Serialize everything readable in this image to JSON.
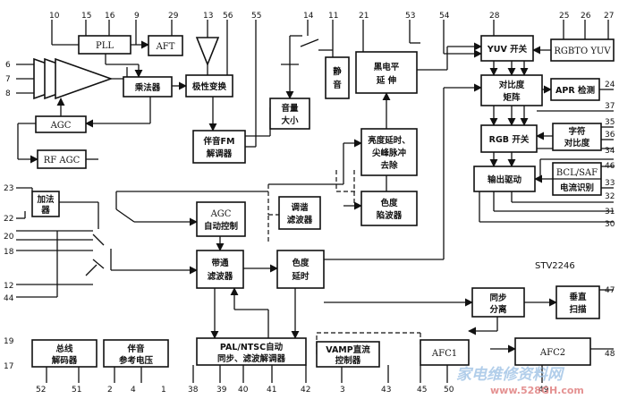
{
  "chip_label": "STV2246",
  "watermark": {
    "cn": "家电维修资料网",
    "url": "www.528GH.com"
  },
  "blocks": {
    "pll": "PLL",
    "aft": "AFT",
    "multiplier": "乘法器",
    "polarity": "极性变换",
    "agc": "AGC",
    "rf_agc": "RF AGC",
    "fm_demod": [
      "伴音FM",
      "解调器"
    ],
    "volume": [
      "音量",
      "大小"
    ],
    "mute": [
      "静",
      "音"
    ],
    "black_level": [
      "黑电平",
      "延 伸"
    ],
    "luma_delay": [
      "亮度延时、",
      "尖峰脉冲",
      "去除"
    ],
    "yuv_switch": "YUV 开关",
    "rgb_to_yuv": "RGBTO YUV",
    "contrast_matrix": [
      "对比度",
      "矩阵"
    ],
    "apr_detect": "APR 检测",
    "char_contrast": [
      "字符",
      "对比度"
    ],
    "rgb_switch": "RGB 开关",
    "bcl_saf": "BCL/SAF",
    "current_detect": "电流识别",
    "output_drive": "输出驱动",
    "adder": [
      "加法",
      "器"
    ],
    "agc_auto": [
      "AGC",
      "自动控制"
    ],
    "tuned_filter": [
      "调谐",
      "滤波器"
    ],
    "chroma_trap": [
      "色度",
      "陷波器"
    ],
    "bandpass": [
      "带通",
      "滤波器"
    ],
    "chroma_delay": [
      "色度",
      "延时"
    ],
    "sync_sep": [
      "同步",
      "分离"
    ],
    "vertical_scan": [
      "垂直",
      "扫描"
    ],
    "bus_decoder": [
      "总线",
      "解码器"
    ],
    "audio_ref": [
      "伴音",
      "参考电压"
    ],
    "pal_ntsc": [
      "PAL/NTSC自动",
      "同步、滤波解调器"
    ],
    "vamp": [
      "VAMP直流",
      "控制器"
    ],
    "afc1": "AFC1",
    "afc2": "AFC2"
  },
  "pins": {
    "top": [
      "10",
      "15",
      "16",
      "9",
      "29",
      "13",
      "56",
      "55",
      "14",
      "11",
      "21",
      "53",
      "54",
      "28",
      "25",
      "26",
      "27"
    ],
    "left": [
      "6",
      "7",
      "8",
      "23",
      "22",
      "20",
      "18",
      "12",
      "44",
      "19",
      "17"
    ],
    "right": [
      "24",
      "37",
      "35",
      "36",
      "34",
      "46",
      "33",
      "32",
      "31",
      "30",
      "47",
      "48"
    ],
    "bottom": [
      "52",
      "51",
      "2",
      "4",
      "1",
      "38",
      "39",
      "40",
      "41",
      "42",
      "3",
      "43",
      "45",
      "50",
      "49"
    ]
  }
}
